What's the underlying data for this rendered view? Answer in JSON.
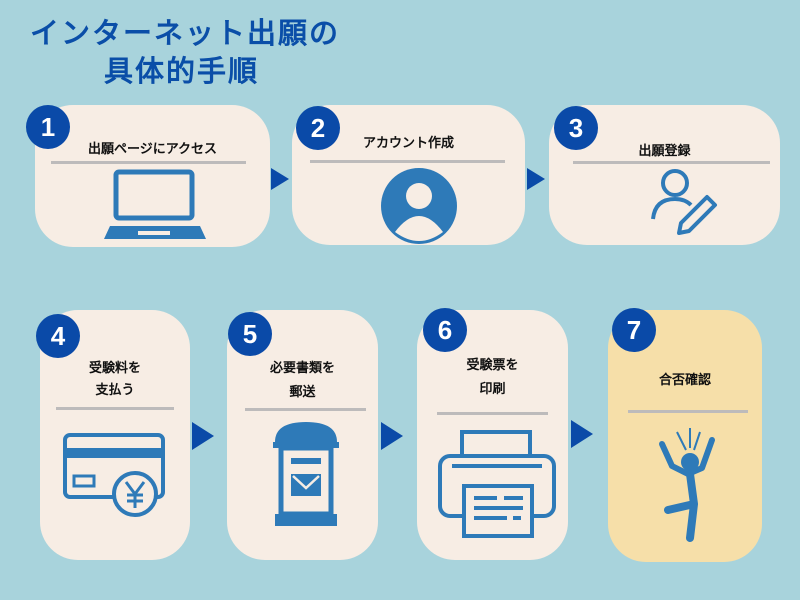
{
  "title": {
    "line1": "インターネット出願の",
    "line2": "具体的手順"
  },
  "steps": [
    {
      "number": "1",
      "label": "出願ページにアクセス",
      "icon": "laptop-icon"
    },
    {
      "number": "2",
      "label": "アカウント作成",
      "icon": "user-avatar-icon"
    },
    {
      "number": "3",
      "label": "出願登録",
      "icon": "user-edit-icon"
    },
    {
      "number": "4",
      "label1": "受験料を",
      "label2": "支払う",
      "icon": "credit-card-yen-icon"
    },
    {
      "number": "5",
      "label1": "必要書類を",
      "label2": "郵送",
      "icon": "mailbox-icon"
    },
    {
      "number": "6",
      "label1": "受験票を",
      "label2": "印刷",
      "icon": "printer-icon"
    },
    {
      "number": "7",
      "label": "合否確認",
      "icon": "jumping-person-icon"
    }
  ],
  "colors": {
    "background": "#a8d3dc",
    "card": "#f7ede4",
    "highlight": "#f6dfa9",
    "accent": "#0a4aa8",
    "icon": "#2e7ab8"
  }
}
